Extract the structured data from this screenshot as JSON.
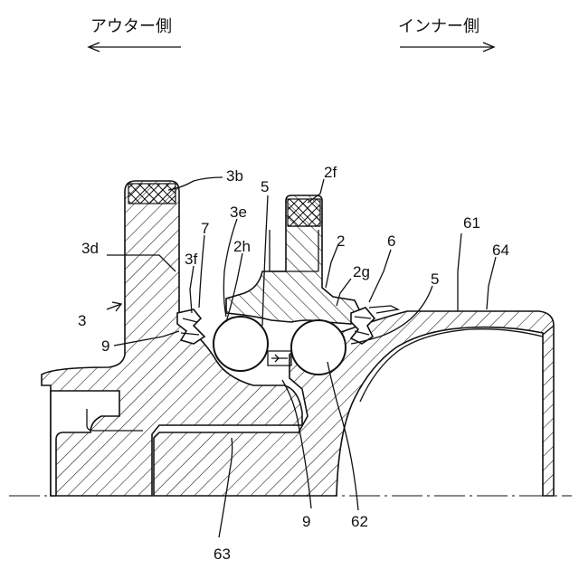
{
  "header": {
    "outer_side": "アウター側",
    "inner_side": "インナー側"
  },
  "labels": {
    "l_3b": "3b",
    "l_5a": "5",
    "l_2f": "2f",
    "l_3e": "3e",
    "l_7": "7",
    "l_2": "2",
    "l_6": "6",
    "l_61": "61",
    "l_64": "64",
    "l_3d": "3d",
    "l_3f": "3f",
    "l_2h": "2h",
    "l_2g": "2g",
    "l_5b": "5",
    "l_3": "3",
    "l_9a": "9",
    "l_9b": "9",
    "l_62": "62",
    "l_63": "63"
  }
}
